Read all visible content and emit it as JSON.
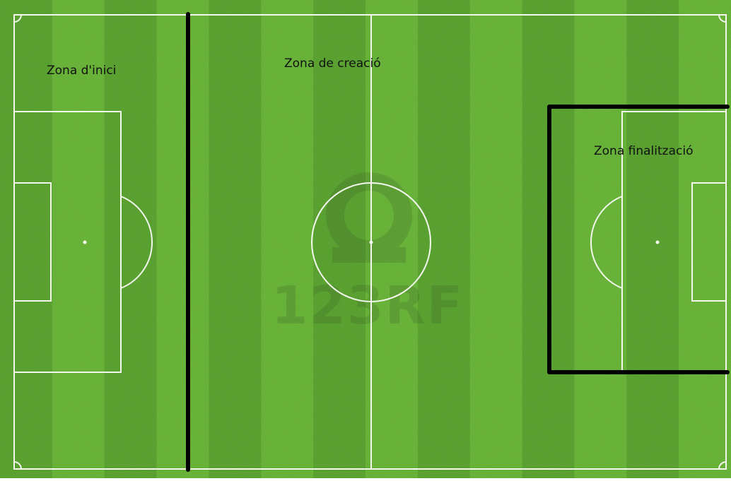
{
  "zones": {
    "start": "Zona d'inici",
    "creation": "Zona de creació",
    "finishing": "Zona finalització"
  },
  "watermark": "123RF",
  "colors": {
    "grass_light": "#6dbb3c",
    "grass_dark": "#5ea933",
    "line_white": "#f4f8ef",
    "zone_marker": "#000000",
    "text": "#111111"
  }
}
